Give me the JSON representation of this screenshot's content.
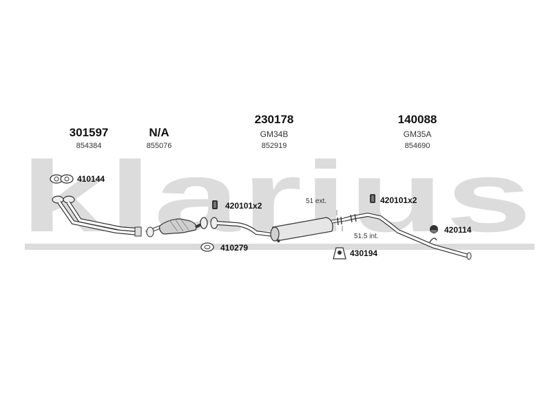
{
  "brand": {
    "watermark": "klarius"
  },
  "sections": [
    {
      "id": "front-pipe",
      "code": "301597",
      "ref": "854384"
    },
    {
      "id": "catalyst",
      "code": "N/A",
      "ref": "855076"
    },
    {
      "id": "middle",
      "code": "230178",
      "sub": "GM34B",
      "ref": "852919"
    },
    {
      "id": "rear",
      "code": "140088",
      "sub": "GM35A",
      "ref": "854690"
    }
  ],
  "fittings": [
    {
      "id": "gasket-front",
      "label": "410144"
    },
    {
      "id": "clamp-1",
      "label": "420101x2"
    },
    {
      "id": "gasket-cat",
      "label": "410279"
    },
    {
      "id": "clamp-2",
      "label": "420101x2"
    },
    {
      "id": "hanger-mid",
      "label": "430194"
    },
    {
      "id": "hanger-rear",
      "label": "420114"
    }
  ],
  "dimensions": {
    "ext": "51 ext.",
    "int": "51.5 int."
  },
  "colors": {
    "watermark": "#d9d9d9",
    "line": "#333333",
    "part_fill": "#e6e6e6",
    "part_dark": "#9a9a9a"
  }
}
